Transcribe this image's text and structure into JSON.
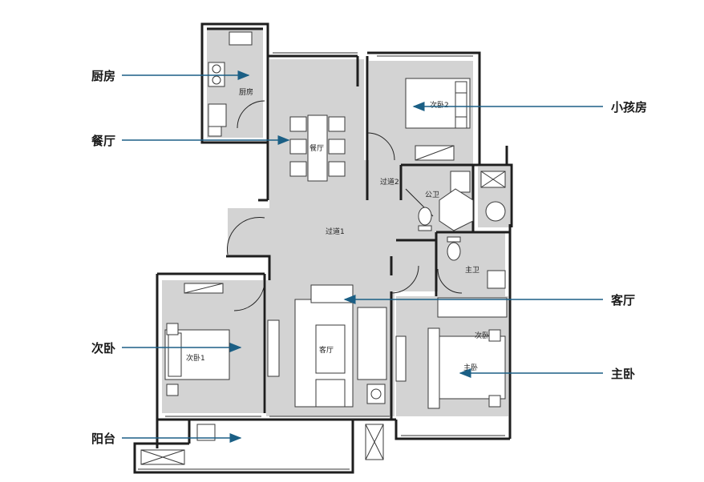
{
  "callouts": {
    "kitchen": "厨房",
    "dining": "餐厅",
    "kids_room": "小孩房",
    "living": "客厅",
    "second_bedroom": "次卧",
    "master_bedroom": "主卧",
    "balcony": "阳台"
  },
  "room_labels": {
    "kitchen": "厨房",
    "dining": "餐厅",
    "bedroom2b": "次卧2",
    "corridor2": "过道2",
    "public_bath": "公卫",
    "corridor1": "过道1",
    "master_bath": "主卫",
    "living": "客厅",
    "bedroom1": "次卧1",
    "master_bedroom": "主卧",
    "master_bedroom_top": "次卧"
  },
  "colors": {
    "floor": "#d3d3d3",
    "wall": "#1e1e1e",
    "arrow": "#1b5f85",
    "furniture_fill": "#ffffff",
    "furniture_stroke": "#3a3a3a"
  }
}
